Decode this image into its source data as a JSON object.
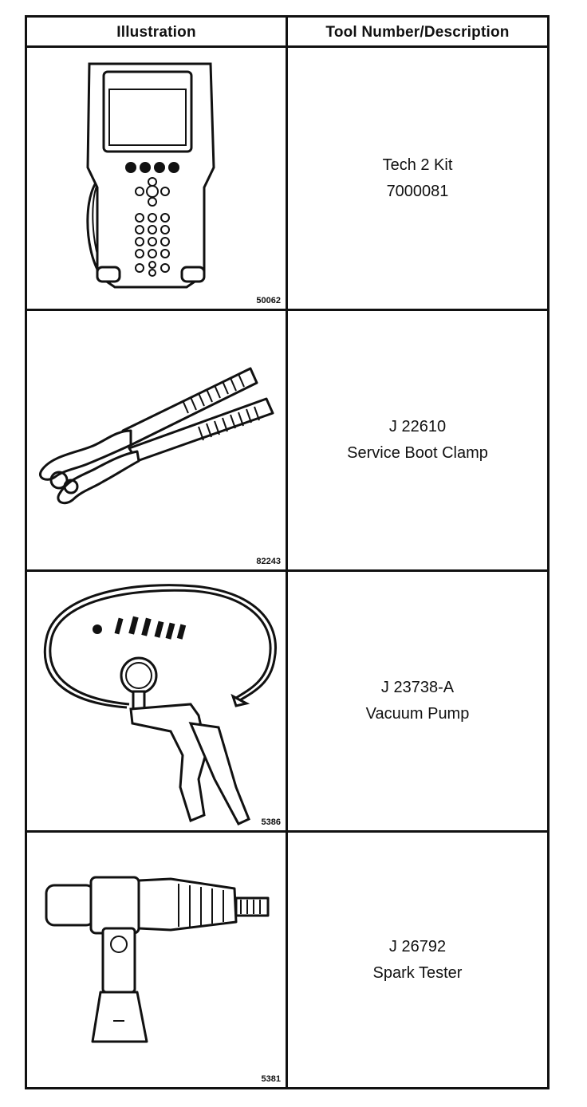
{
  "table": {
    "header": {
      "illustration": "Illustration",
      "tool": "Tool Number/Description"
    },
    "rows": [
      {
        "figure_id": "50062",
        "tool_number": "Tech 2 Kit",
        "description": "7000081",
        "illustration_icon": "scan-tool-icon"
      },
      {
        "figure_id": "82243",
        "tool_number": "J 22610",
        "description": "Service Boot Clamp",
        "illustration_icon": "boot-clamp-pliers-icon"
      },
      {
        "figure_id": "5386",
        "tool_number": "J 23738-A",
        "description": "Vacuum Pump",
        "illustration_icon": "vacuum-pump-icon"
      },
      {
        "figure_id": "5381",
        "tool_number": "J 26792",
        "description": "Spark Tester",
        "illustration_icon": "spark-tester-icon"
      }
    ]
  }
}
